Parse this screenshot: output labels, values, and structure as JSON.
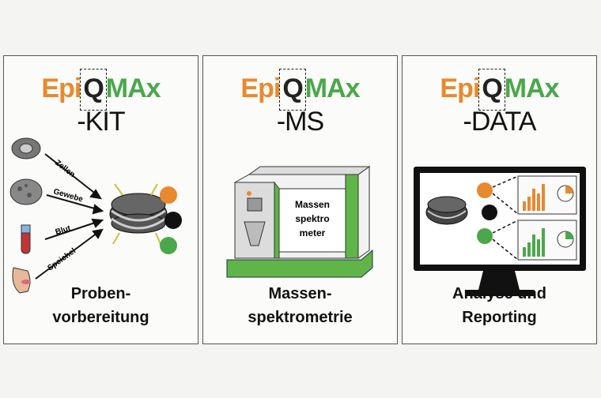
{
  "panels": [
    {
      "brand_epi": "Epi",
      "brand_q": "Q",
      "brand_max": "MAx",
      "suffix": "-KIT",
      "inputs": [
        "Zellen",
        "Gewebe",
        "Blut",
        "Speichel"
      ],
      "caption": [
        "Proben-",
        "vorbereitung"
      ]
    },
    {
      "brand_epi": "Epi",
      "brand_q": "Q",
      "brand_max": "MAx",
      "suffix": "-MS",
      "device_label": [
        "Massen",
        "spektro",
        "meter"
      ],
      "caption": [
        "Massen-",
        "spektrometrie"
      ]
    },
    {
      "brand_epi": "Epi",
      "brand_q": "Q",
      "brand_max": "MAx",
      "suffix": "-DATA",
      "caption": [
        "Analyse und",
        "Reporting"
      ]
    }
  ],
  "colors": {
    "orange": "#e8892e",
    "green": "#4aa84a",
    "black": "#111111",
    "ms_green": "#5fb548"
  }
}
